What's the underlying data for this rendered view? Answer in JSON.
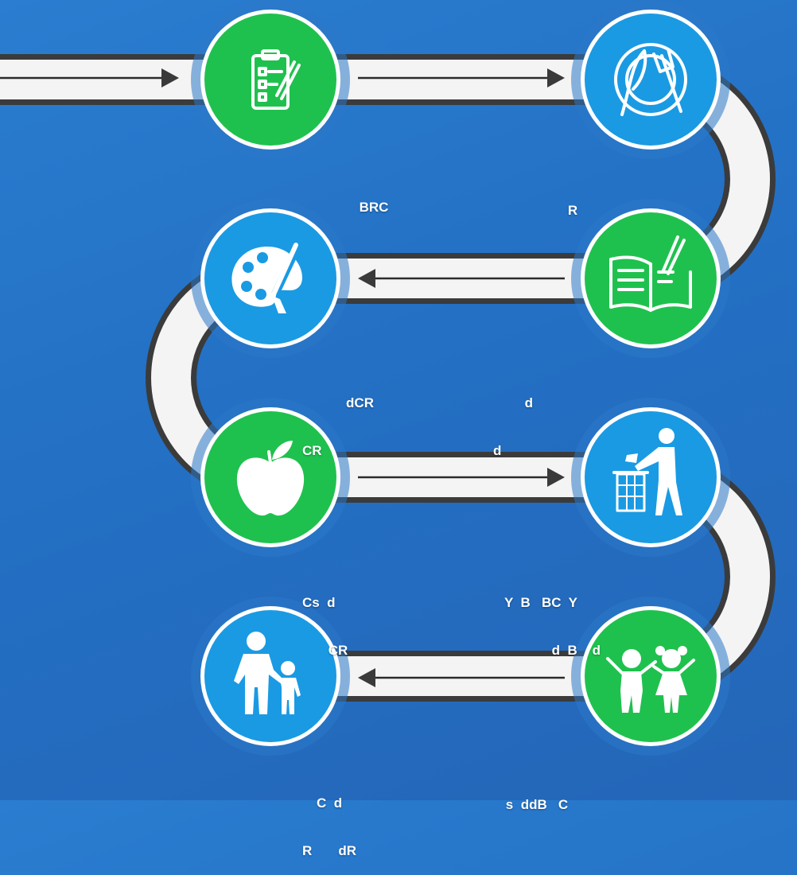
{
  "labels": [
    {
      "id": "label-1",
      "lines": [
        "BRC"
      ]
    },
    {
      "id": "label-2",
      "lines": [
        "R"
      ]
    },
    {
      "id": "label-3",
      "lines": [
        "dCR",
        "CR"
      ]
    },
    {
      "id": "label-4",
      "lines": [
        "d",
        "d"
      ]
    },
    {
      "id": "label-5",
      "lines": [
        "Cs  d",
        "CR"
      ]
    },
    {
      "id": "label-6",
      "lines": [
        "Y  B   BC  Y",
        "d  B    d"
      ]
    },
    {
      "id": "label-7",
      "lines": [
        "C  d",
        "R       dR"
      ]
    },
    {
      "id": "label-8",
      "lines": [
        "s  ddB   C"
      ]
    }
  ],
  "nodes": [
    {
      "name": "checklist-icon",
      "color": "green"
    },
    {
      "name": "plate-cutlery-icon",
      "color": "blue"
    },
    {
      "name": "open-book-pencil-icon",
      "color": "green"
    },
    {
      "name": "paint-palette-icon",
      "color": "blue"
    },
    {
      "name": "apple-icon",
      "color": "green"
    },
    {
      "name": "trash-bin-person-icon",
      "color": "blue"
    },
    {
      "name": "children-playing-icon",
      "color": "green"
    },
    {
      "name": "parent-child-icon",
      "color": "blue"
    }
  ],
  "colors": {
    "background": "#2370c4",
    "road": "#f4f4f4",
    "road_border": "#3b3b3b",
    "node_green": "#1fc14e",
    "node_blue": "#1a9ae3"
  }
}
